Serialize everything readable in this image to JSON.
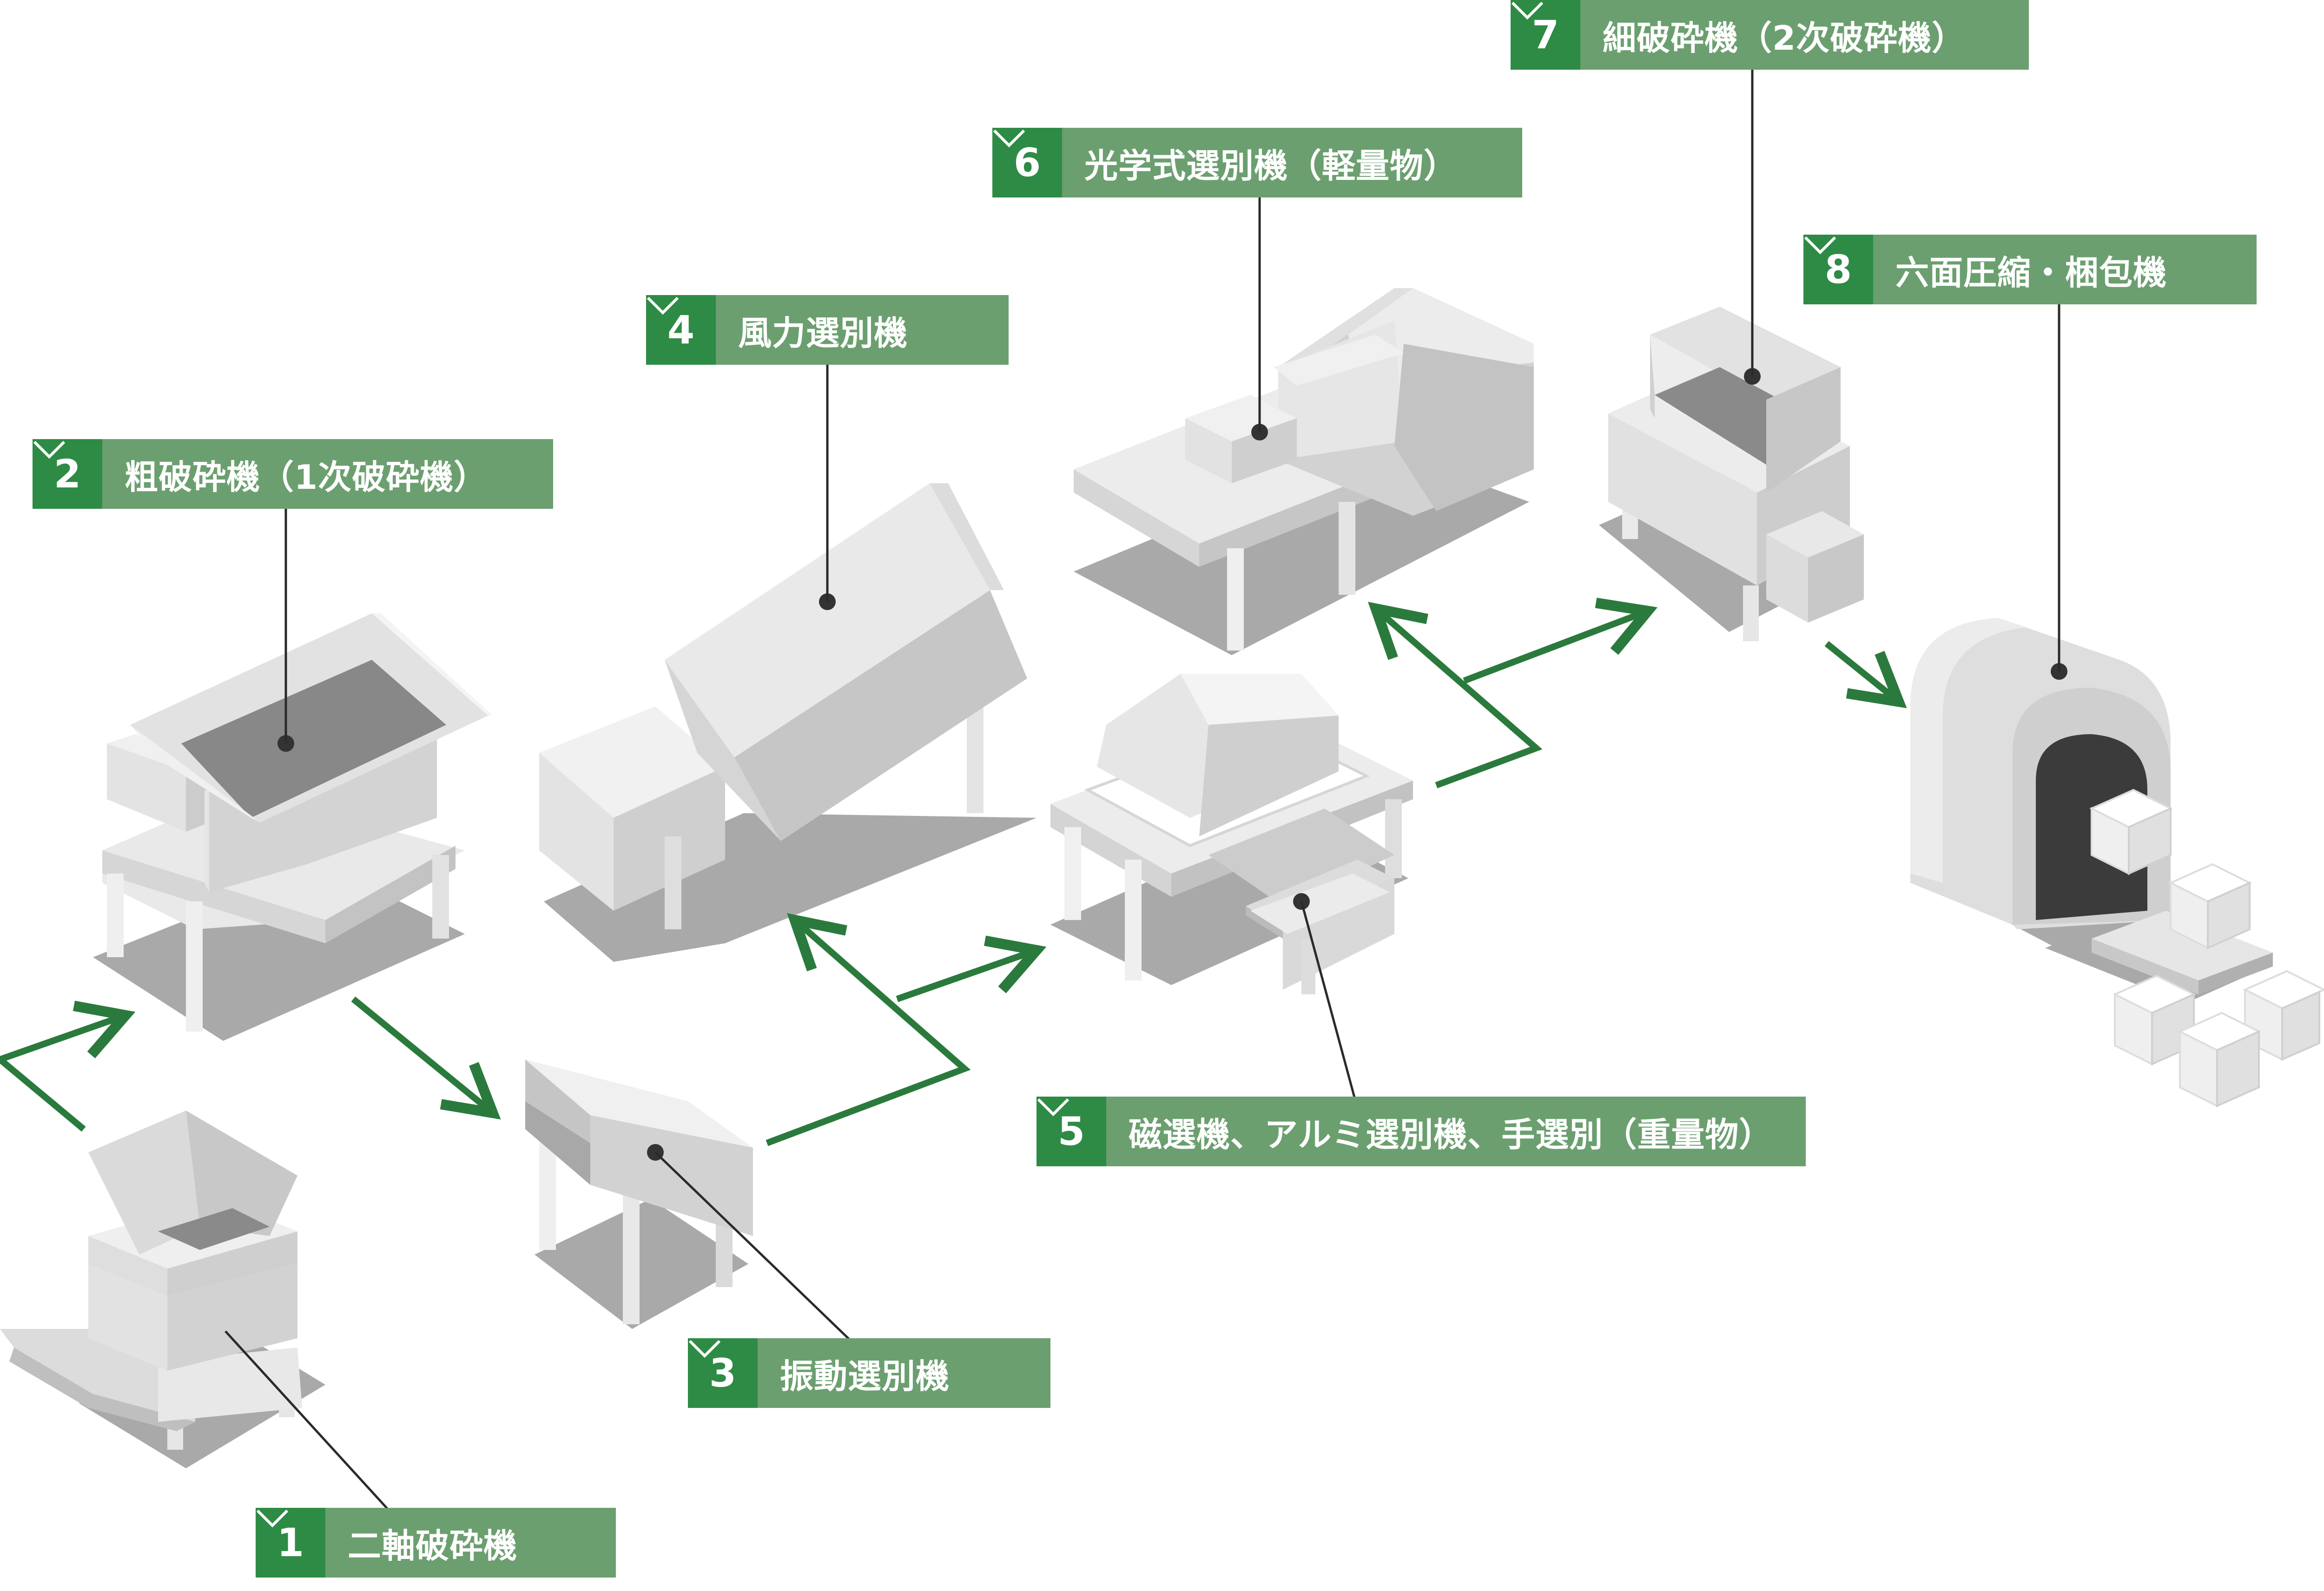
{
  "colors": {
    "accent": "#2e8b45",
    "label_bg": "#6b9f6f",
    "arrow": "#2b7a3d",
    "machine_light": "#eeeeee",
    "machine_mid": "#d0d0d0",
    "machine_dark": "#9a9a9a",
    "shadow": "#a9a9a9"
  },
  "steps": [
    {
      "num": "1",
      "label": "二軸破砕機",
      "icon": "chevron-down-icon"
    },
    {
      "num": "2",
      "label": "粗破砕機（1次破砕機）",
      "icon": "chevron-down-icon"
    },
    {
      "num": "3",
      "label": "振動選別機",
      "icon": "chevron-down-icon"
    },
    {
      "num": "4",
      "label": "風力選別機",
      "icon": "chevron-down-icon"
    },
    {
      "num": "5",
      "label": "磁選機、アルミ選別機、手選別（重量物）",
      "icon": "chevron-down-icon"
    },
    {
      "num": "6",
      "label": "光学式選別機（軽量物）",
      "icon": "chevron-down-icon"
    },
    {
      "num": "7",
      "label": "細破砕機（2次破砕機）",
      "icon": "chevron-down-icon"
    },
    {
      "num": "8",
      "label": "六面圧縮・梱包機",
      "icon": "chevron-down-icon"
    }
  ]
}
